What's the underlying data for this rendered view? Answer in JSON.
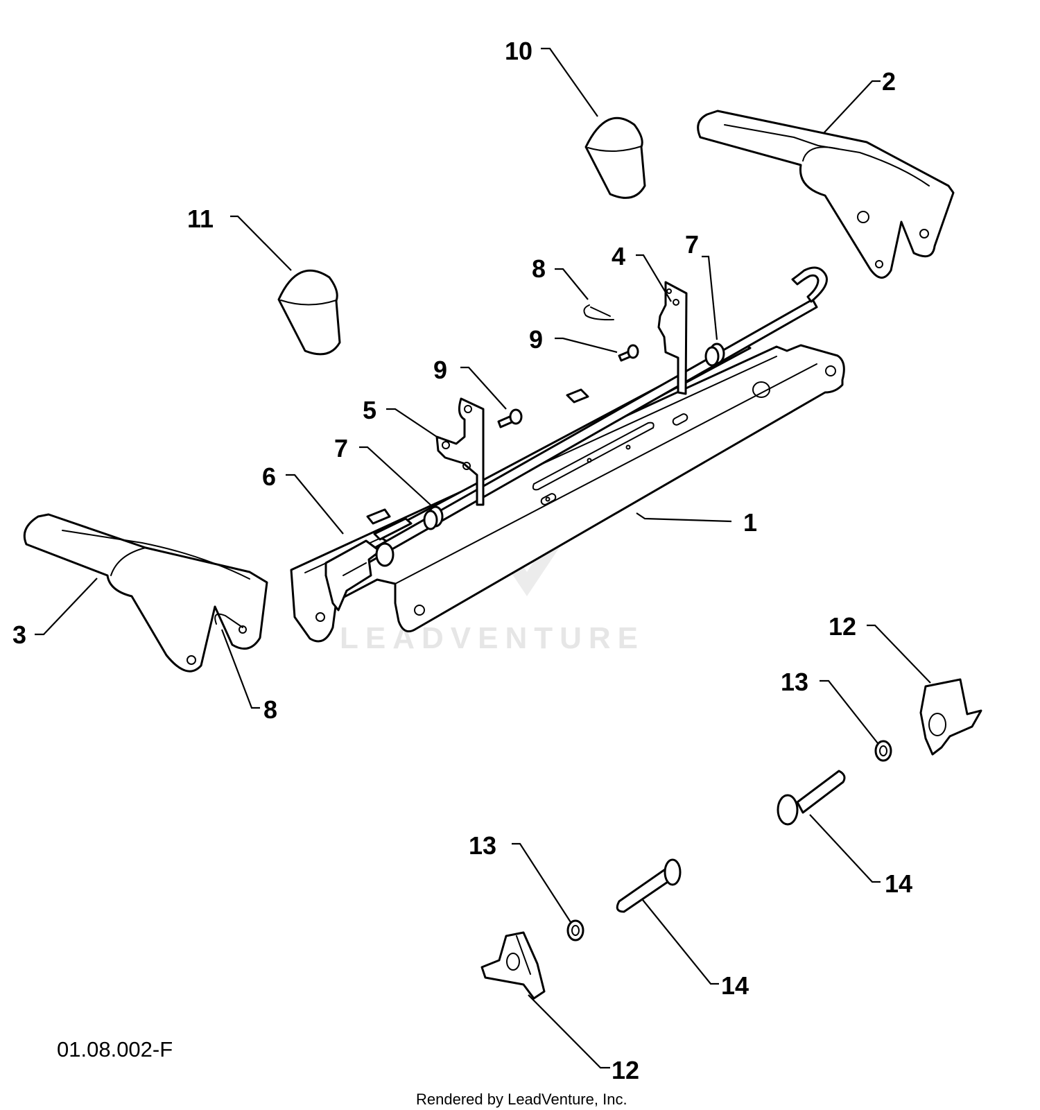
{
  "diagram": {
    "drawing_id": "01.08.002-F",
    "credit": "Rendered by LeadVenture, Inc.",
    "watermark": "LEADVENTURE",
    "callouts": [
      {
        "key": "c1",
        "label": "1"
      },
      {
        "key": "c2",
        "label": "2"
      },
      {
        "key": "c3",
        "label": "3"
      },
      {
        "key": "c4",
        "label": "4"
      },
      {
        "key": "c5",
        "label": "5"
      },
      {
        "key": "c6",
        "label": "6"
      },
      {
        "key": "c7a",
        "label": "7"
      },
      {
        "key": "c7b",
        "label": "7"
      },
      {
        "key": "c8a",
        "label": "8"
      },
      {
        "key": "c8b",
        "label": "8"
      },
      {
        "key": "c9a",
        "label": "9"
      },
      {
        "key": "c9b",
        "label": "9"
      },
      {
        "key": "c10",
        "label": "10"
      },
      {
        "key": "c11",
        "label": "11"
      },
      {
        "key": "c12a",
        "label": "12"
      },
      {
        "key": "c12b",
        "label": "12"
      },
      {
        "key": "c13a",
        "label": "13"
      },
      {
        "key": "c13b",
        "label": "13"
      },
      {
        "key": "c14a",
        "label": "14"
      },
      {
        "key": "c14b",
        "label": "14"
      }
    ]
  }
}
